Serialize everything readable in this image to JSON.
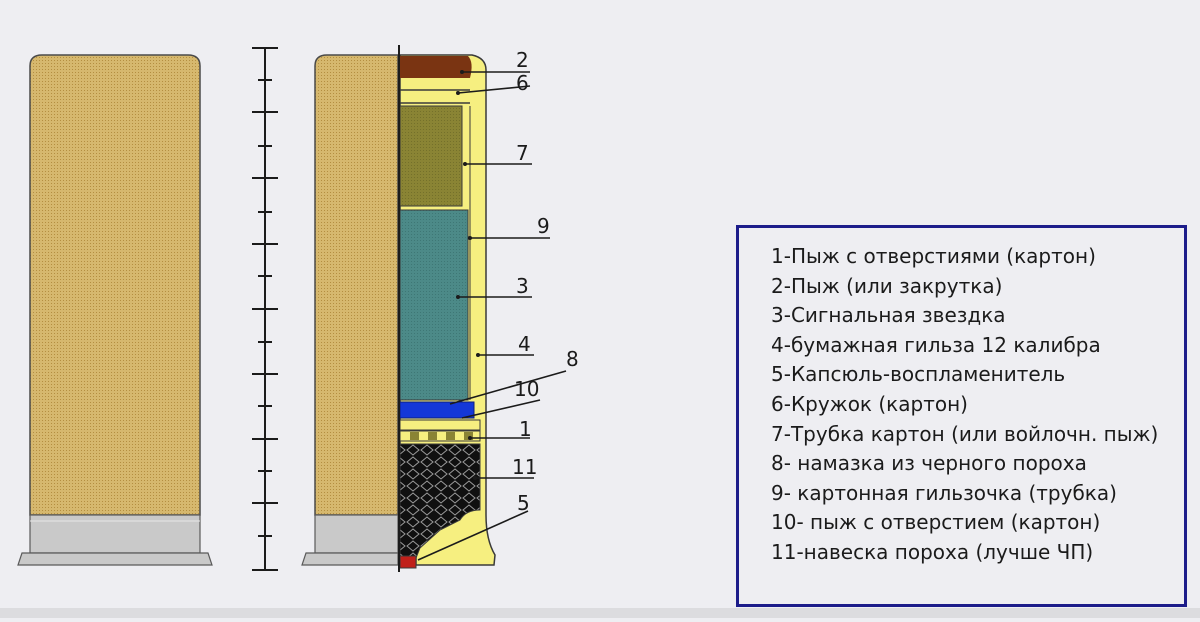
{
  "callouts": [
    "2",
    "6",
    "7",
    "9",
    "3",
    "4",
    "8",
    "10",
    "1",
    "11",
    "5"
  ],
  "legend": [
    "1-Пыж с отверстиями (картон)",
    "2-Пыж (или закрутка)",
    "3-Сигнальная звездка",
    "4-бумажная гильза 12 калибра",
    "5-Капсюль-воспламенитель",
    "6-Кружок (картон)",
    "7-Трубка картон (или войлочн. пыж)",
    "8- намазка из черного пороха",
    "9- картонная гильзочка (трубка)",
    "10- пыж с отверстием (картон)",
    "11-навеска пороха (лучше ЧП)"
  ],
  "colors": {
    "paper_hull": "#d6b86e",
    "brass_base": "#c9c9c9",
    "yellow_tube": "#f6ef80",
    "olive_tube": "#8a8434",
    "signal_star": "#4c8a88",
    "blue_disk": "#1438d8",
    "powder": "#101010",
    "crimp": "#7a3412",
    "legend_border": "#1c1c8a"
  }
}
